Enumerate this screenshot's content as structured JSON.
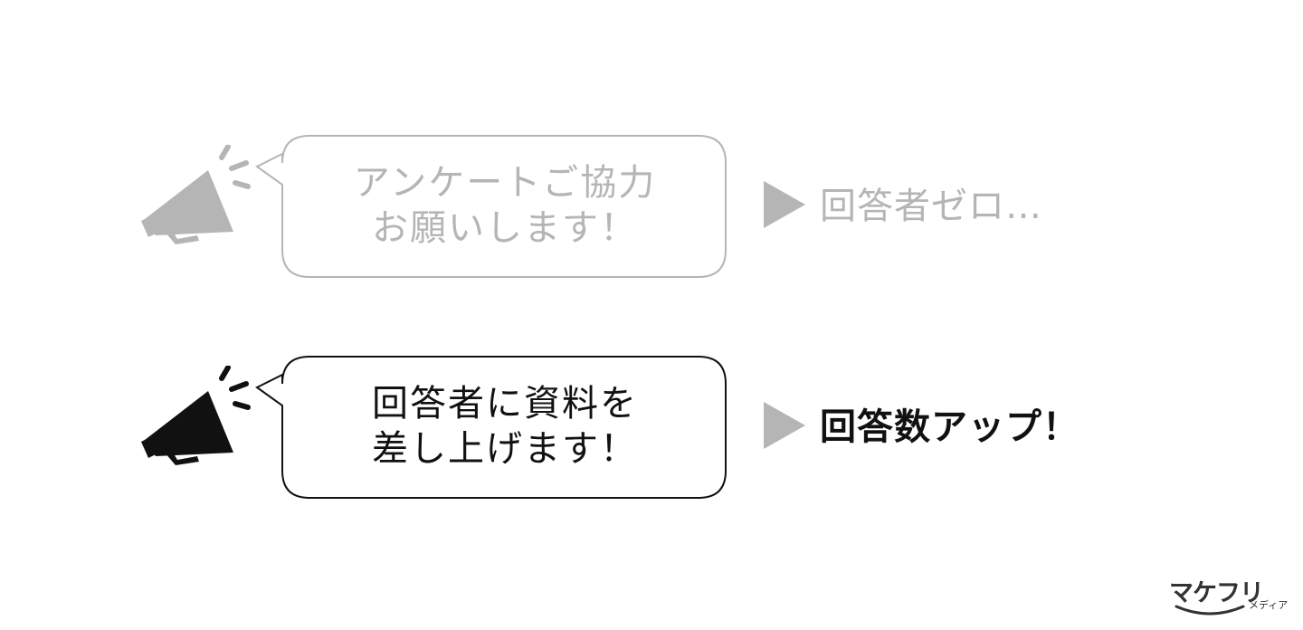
{
  "scenes": {
    "before": {
      "bubble_line_1": "アンケートご協力",
      "bubble_line_2": "お願いします！",
      "result": "回答者ゼロ…",
      "color": "#b5b5b5"
    },
    "after": {
      "bubble_line_1": "回答者に資料を",
      "bubble_line_2": "差し上げます！",
      "result": "回答数アップ！",
      "color": "#111111"
    }
  },
  "logo": {
    "name": "マケフリ",
    "sub": "メディア"
  },
  "icons": {
    "speaker": "megaphone-icon",
    "pointer": "triangle-arrow-icon"
  }
}
